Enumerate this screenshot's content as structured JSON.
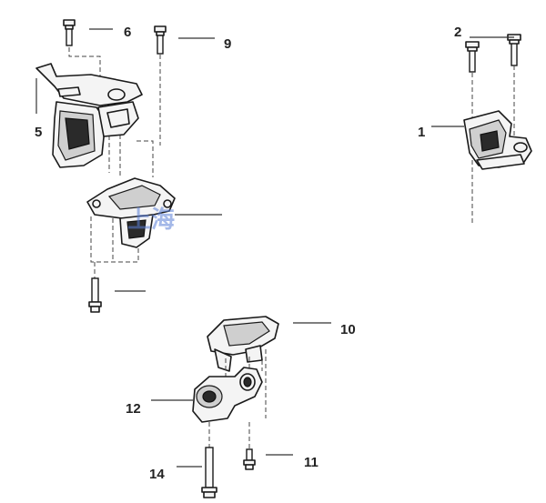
{
  "callouts": {
    "c1": "1",
    "c2": "2",
    "c5": "5",
    "c6": "6",
    "c9": "9",
    "c10": "10",
    "c11": "11",
    "c12": "12",
    "c14": "14"
  }
}
